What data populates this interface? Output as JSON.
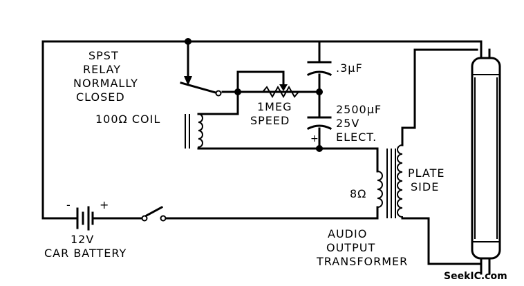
{
  "labels": {
    "relay": [
      "SPST",
      "RELAY",
      "NORMALLY",
      "CLOSED"
    ],
    "coil": "100Ω COIL",
    "cap_small": ".3μF",
    "pot": [
      "1MEG",
      "SPEED"
    ],
    "cap_elect": [
      "2500μF",
      "25V",
      "ELECT."
    ],
    "cap_plus": "+",
    "battery": [
      "12V",
      "CAR BATTERY"
    ],
    "battery_minus": "-",
    "battery_plus": "+",
    "ohms": "8Ω",
    "plate": [
      "PLATE",
      "SIDE"
    ],
    "transformer": [
      "AUDIO",
      "OUTPUT",
      "TRANSFORMER"
    ],
    "watermark": "SeekIC.com"
  }
}
